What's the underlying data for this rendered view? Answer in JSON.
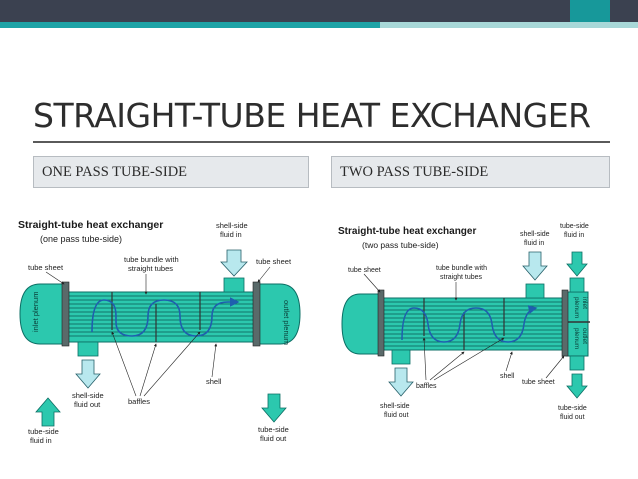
{
  "slide": {
    "title": "STRAIGHT-TUBE HEAT EXCHANGER",
    "columns": [
      {
        "heading": "ONE PASS TUBE-SIDE"
      },
      {
        "heading": "TWO PASS TUBE-SIDE"
      }
    ]
  },
  "colors": {
    "topbar": "#3b4150",
    "accent": "#17989a",
    "fluid": "#2cc8ae",
    "flow_arrow": "#1f5fae"
  },
  "diagram_one": {
    "title": "Straight-tube heat exchanger",
    "subtitle": "(one pass tube-side)",
    "labels": {
      "tube_sheet_left": "tube sheet",
      "tube_bundle": "tube bundle with",
      "tube_bundle_2": "straight tubes",
      "shell_in": "shell-side",
      "shell_in_2": "fluid in",
      "tube_sheet_right": "tube sheet",
      "inlet_plenum": "inlet plenum",
      "outlet_plenum": "outlet plenum",
      "shell": "shell",
      "baffles": "baffles",
      "tube_in": "tube-side",
      "tube_in_2": "fluid in",
      "shell_out": "shell-side",
      "shell_out_2": "fluid out",
      "tube_out": "tube-side",
      "tube_out_2": "fluid out"
    }
  },
  "diagram_two": {
    "title": "Straight-tube heat exchanger",
    "subtitle": "(two pass tube-side)",
    "labels": {
      "tube_sheet_left": "tube sheet",
      "tube_bundle": "tube bundle with",
      "tube_bundle_2": "straight tubes",
      "shell_in": "shell-side",
      "shell_in_2": "fluid in",
      "tube_in": "tube-side",
      "tube_in_2": "fluid in",
      "inlet_plenum": "inlet",
      "outlet_plenum": "outlet",
      "plenum_word": "plenum",
      "baffles": "baffles",
      "shell": "shell",
      "tube_sheet_right": "tube sheet",
      "shell_out": "shell-side",
      "shell_out_2": "fluid out",
      "tube_out": "tube-side",
      "tube_out_2": "fluid out"
    }
  }
}
